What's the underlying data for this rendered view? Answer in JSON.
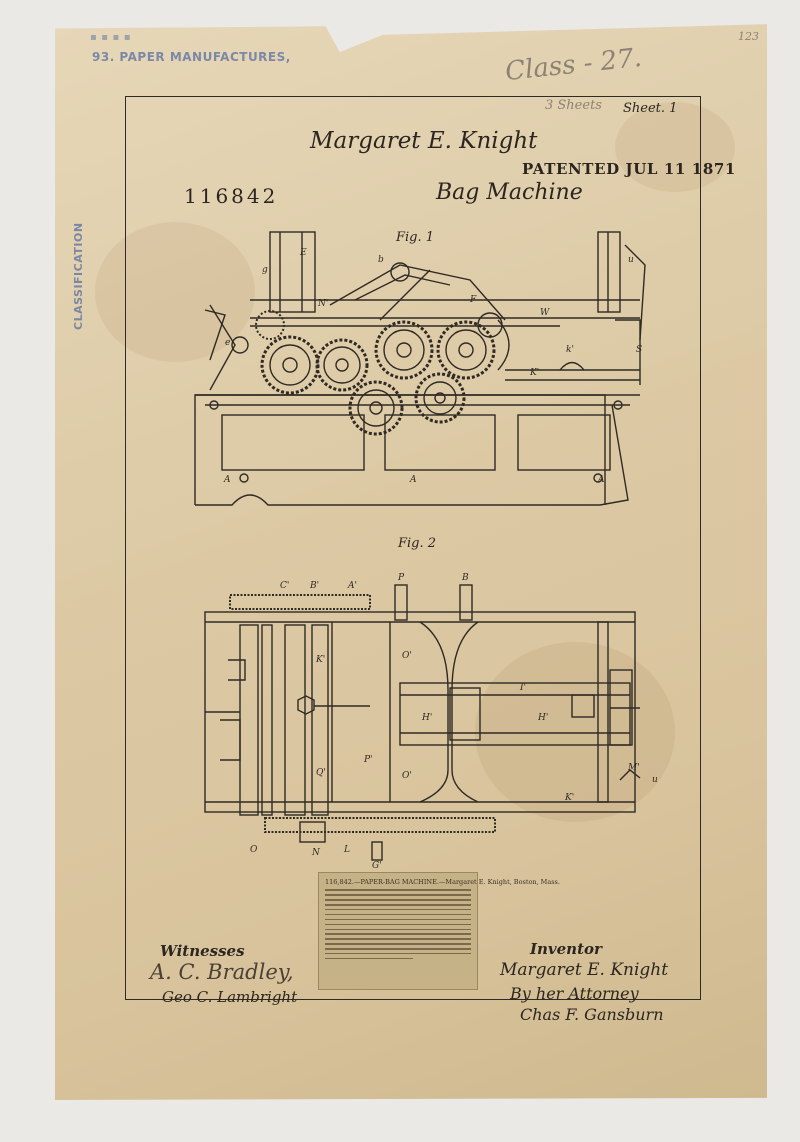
{
  "patent": {
    "number": "116842",
    "inventor_heading": "Margaret E. Knight",
    "title": "Bag Machine",
    "patented_stamp": "PATENTED JUL 11 1871",
    "sheet_label": "Sheet. 1",
    "sheets_pencil": "3 Sheets",
    "fig1_label": "Fig. 1",
    "fig2_label": "Fig. 2"
  },
  "stamps": {
    "office_stamp": "93. PAPER MANUFACTURES,",
    "classification": "CLASSIFICATION"
  },
  "pencil_notes": {
    "class_note": "Class - 27.",
    "corner_note": "123"
  },
  "signatures": {
    "witnesses_label": "Witnesses",
    "witness_1": "A. C. Bradley,",
    "witness_2": "Geo C. Lambright",
    "inventor_label": "Inventor",
    "inventor_name": "Margaret E. Knight",
    "by_attorney": "By her Attorney",
    "attorney_name": "Chas F. Gansburn"
  },
  "clipping": {
    "header": "116,842.—PAPER-BAG MACHINE.—Margaret E. Knight, Boston, Mass."
  },
  "colors": {
    "paper": "#dcc9a4",
    "ink": "#2f2a24",
    "stamp_blue": "#5a6fa0"
  }
}
